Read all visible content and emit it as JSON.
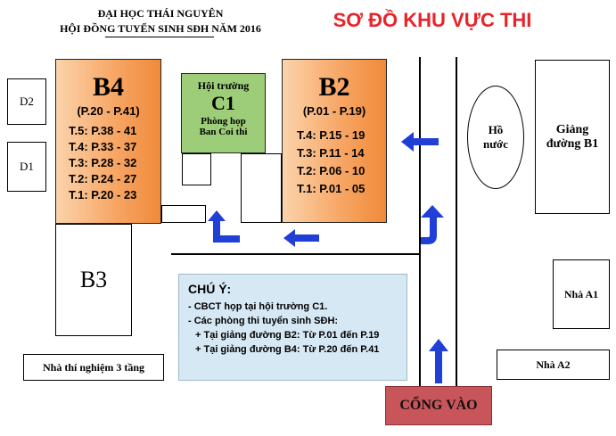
{
  "header": {
    "line1": "ĐẠI HỌC THÁI NGUYÊN",
    "line2": "HỘI ĐỒNG TUYỂN SINH SĐH NĂM 2016",
    "map_title": "SƠ ĐỒ KHU VỰC THI"
  },
  "buildings": {
    "b4": {
      "title": "B4",
      "range": "(P.20 - P.41)",
      "floors": [
        "T.5: P.38 - 41",
        "T.4: P.33 - 37",
        "T.3: P.28 - 32",
        "T.2: P.24 - 27",
        "T.1: P.20 - 23"
      ]
    },
    "b2": {
      "title": "B2",
      "range": "(P.01 - P.19)",
      "floors": [
        "T.4: P.15 - 19",
        "T.3: P.11 - 14",
        "T.2: P.06 - 10",
        "T.1: P.01 - 05"
      ]
    },
    "c1": {
      "label": "Hội trường",
      "title": "C1",
      "sub1": "Phòng họp",
      "sub2": "Ban Coi thi"
    },
    "d2": "D2",
    "d1": "D1",
    "b3": "B3",
    "lab": "Nhà thí nghiệm 3 tầng",
    "lake_1": "Hồ",
    "lake_2": "nước",
    "b1_1": "Giảng",
    "b1_2": "đường B1",
    "a1": "Nhà A1",
    "a2": "Nhà A2",
    "gate": "CỔNG VÀO"
  },
  "note": {
    "title": "CHÚ Ý:",
    "l1": "- CBCT họp tại hội trường C1.",
    "l2": "- Các phòng thi tuyển sinh SĐH:",
    "l3": "+ Tại giảng đường B2: Từ P.01 đến P.19",
    "l4": "+ Tại giảng đường B4: Từ P.20 đến P.41"
  },
  "colors": {
    "title_red": "#e8232a",
    "arrow_blue": "#1f3fd6",
    "c1_green": "#9dcd78",
    "gate_red": "#c8555a",
    "note_bg": "#d6e8f3"
  }
}
